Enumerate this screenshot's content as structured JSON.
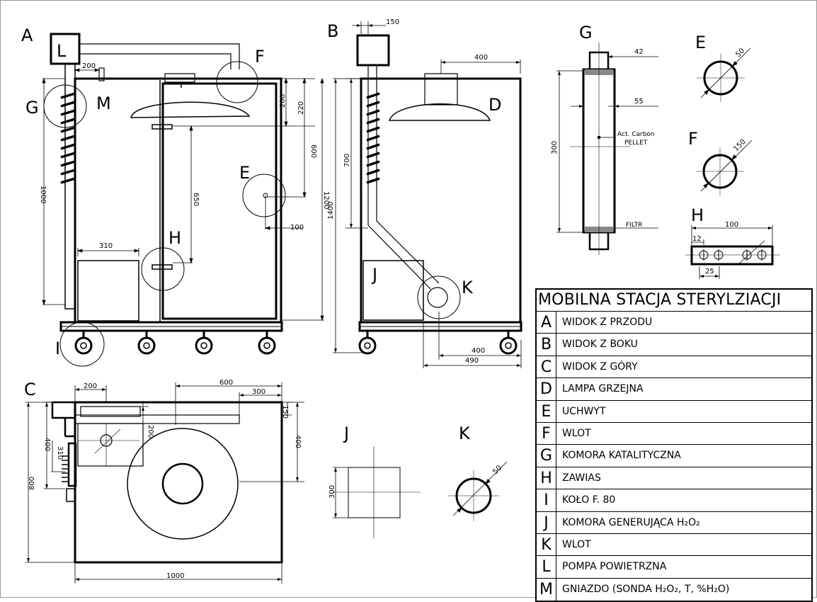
{
  "views": {
    "A": "A",
    "B": "B",
    "C": "C",
    "G": "G",
    "E": "E",
    "F": "F",
    "H": "H",
    "J": "J",
    "K": "K"
  },
  "callouts": {
    "L": "L",
    "M": "M",
    "F": "F",
    "G": "G",
    "E": "E",
    "H": "H",
    "I": "I",
    "D": "D",
    "J": "J",
    "K": "K"
  },
  "dimensions": {
    "a_200": "200",
    "a_200b": "200",
    "a_220": "220",
    "a_600": "600",
    "a_650": "650",
    "a_1000": "1000",
    "a_1200": "1200",
    "a_310": "310",
    "a_100": "100",
    "b_150": "150",
    "b_400": "400",
    "b_700": "700",
    "b_1400": "1400",
    "b_400b": "400",
    "b_490": "490",
    "g_42": "42",
    "g_55": "55",
    "g_300": "300",
    "e_50": "50",
    "f_150": "150",
    "h_100": "100",
    "h_12": "12",
    "h_25": "25",
    "c_200": "200",
    "c_600": "600",
    "c_300": "300",
    "c_150": "150",
    "c_400": "400",
    "c_310": "310",
    "c_400b": "400",
    "c_200b": "200",
    "c_800": "800",
    "c_1000": "1000",
    "j_300": "300",
    "k_50": "50"
  },
  "g_labels": {
    "carbon1": "Act. Carbon",
    "carbon2": "PELLET",
    "filter": "FILTR"
  },
  "legend": {
    "title": "MOBILNA STACJA STERYLZIACJI",
    "rows": [
      {
        "key": "A",
        "text": "WIDOK Z PRZODU"
      },
      {
        "key": "B",
        "text": "WIDOK Z BOKU"
      },
      {
        "key": "C",
        "text": "WIDOK Z GÓRY"
      },
      {
        "key": "D",
        "text": "LAMPA GRZEJNA"
      },
      {
        "key": "E",
        "text": "UCHWYT"
      },
      {
        "key": "F",
        "text": "WLOT"
      },
      {
        "key": "G",
        "text": "KOMORA KATALITYCZNA"
      },
      {
        "key": "H",
        "text": "ZAWIAS"
      },
      {
        "key": "I",
        "text": "KOŁO F. 80"
      },
      {
        "key": "J",
        "text": "KOMORA GENERUJĄCA H₂O₂"
      },
      {
        "key": "K",
        "text": "WLOT"
      },
      {
        "key": "L",
        "text": "POMPA POWIETRZNA"
      },
      {
        "key": "M",
        "text": "GNIAZDO (SONDA H₂O₂, T, %H₂O)"
      }
    ]
  }
}
